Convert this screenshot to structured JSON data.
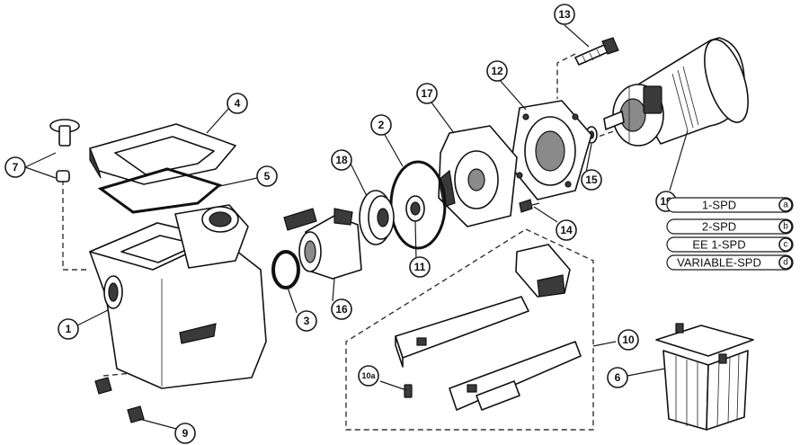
{
  "callouts": {
    "c1": "1",
    "c2": "2",
    "c3": "3",
    "c4": "4",
    "c5": "5",
    "c6": "6",
    "c7": "7",
    "c9": "9",
    "c10": "10",
    "c10a": "10a",
    "c11": "11",
    "c12": "12",
    "c13": "13",
    "c14": "14",
    "c15": "15",
    "c16": "16",
    "c17": "17",
    "c18": "18",
    "c19": "19"
  },
  "motor_options": [
    {
      "label": "1-SPD",
      "letter": "a"
    },
    {
      "label": "2-SPD",
      "letter": "b"
    },
    {
      "label": "EE 1-SPD",
      "letter": "c"
    },
    {
      "label": "VARIABLE-SPD",
      "letter": "d"
    }
  ]
}
